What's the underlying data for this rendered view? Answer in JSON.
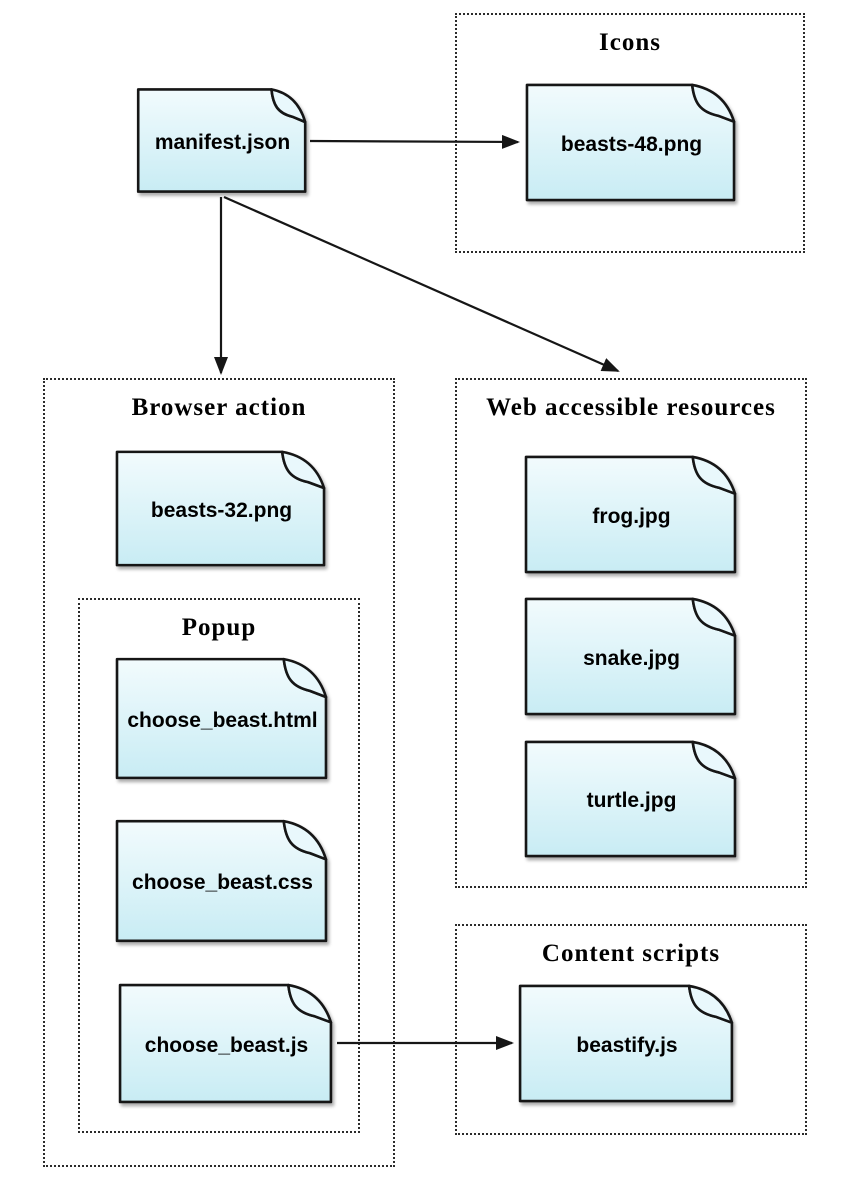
{
  "diagram": {
    "description": "WebExtension file structure diagram",
    "root_file": {
      "label": "manifest.json"
    },
    "groups": {
      "icons": {
        "title": "Icons",
        "files": [
          {
            "label": "beasts-48.png"
          }
        ]
      },
      "browser_action": {
        "title": "Browser action",
        "files": [
          {
            "label": "beasts-32.png"
          }
        ]
      },
      "popup": {
        "title": "Popup",
        "files": [
          {
            "label": "choose_beast.html"
          },
          {
            "label": "choose_beast.css"
          },
          {
            "label": "choose_beast.js"
          }
        ]
      },
      "web_accessible_resources": {
        "title": "Web accessible resources",
        "files": [
          {
            "label": "frog.jpg"
          },
          {
            "label": "snake.jpg"
          },
          {
            "label": "turtle.jpg"
          }
        ]
      },
      "content_scripts": {
        "title": "Content scripts",
        "files": [
          {
            "label": "beastify.js"
          }
        ]
      }
    },
    "edges": [
      {
        "from": "manifest.json",
        "to": "beasts-48.png"
      },
      {
        "from": "manifest.json",
        "to": "Browser action"
      },
      {
        "from": "manifest.json",
        "to": "Web accessible resources"
      },
      {
        "from": "choose_beast.js",
        "to": "beastify.js"
      }
    ],
    "colors": {
      "file_fill_top": "#f2fbfd",
      "file_fill_bottom": "#c8ecf4",
      "file_flap": "#e9f8fc",
      "file_border": "#161616",
      "group_border": "#2b2b2b",
      "arrow": "#161616",
      "label_text": "#000000",
      "title_text": "#000000",
      "background": "#ffffff"
    }
  }
}
